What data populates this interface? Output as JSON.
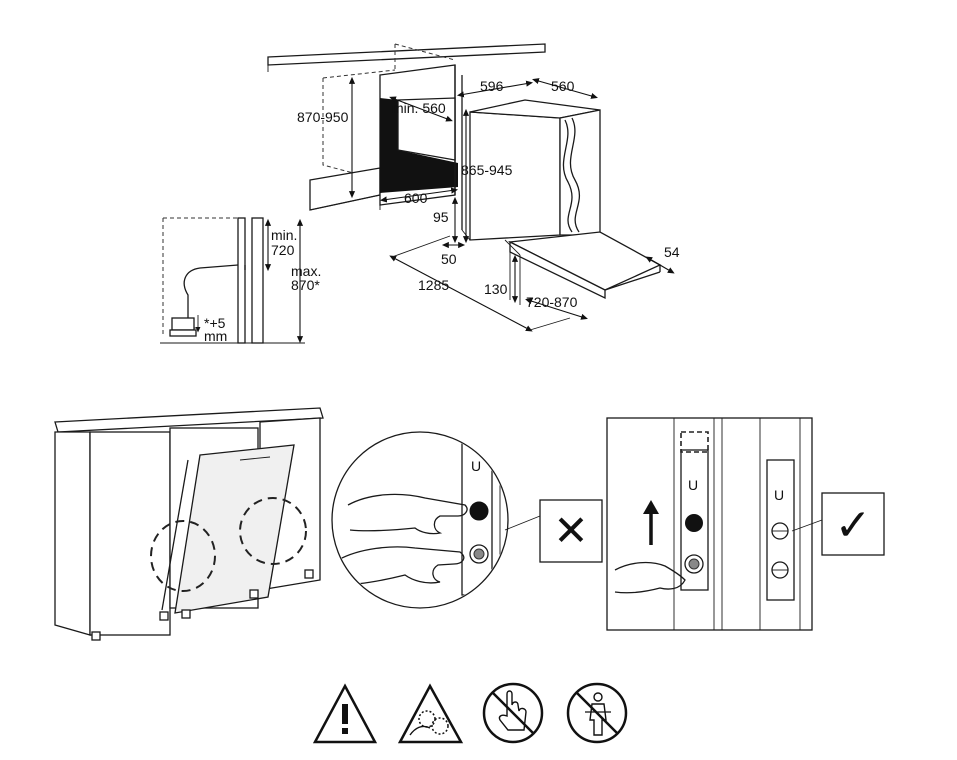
{
  "figure": {
    "dimensions": {
      "d_596": "596",
      "d_560_depth": "560",
      "d_min560_label": "min. 560",
      "d_870_950": "870-950",
      "d_865_945": "865-945",
      "d_600": "600",
      "d_95": "95",
      "d_50": "50",
      "d_1285": "1285",
      "d_130": "130",
      "d_720_870": "720-870",
      "d_54": "54",
      "d_min_label": "min.",
      "d_720": "720",
      "d_max_label": "max.",
      "d_870star": "870*",
      "d_plus5": "*+5",
      "d_mm": "mm"
    },
    "door_buttons": {
      "u_symbol": "U"
    },
    "verdicts": {
      "wrong": "✕",
      "right": "✓"
    },
    "warning_icons": [
      "caution-icon",
      "hand-crush-warning-icon",
      "no-touch-icon",
      "no-child-lean-icon"
    ]
  }
}
